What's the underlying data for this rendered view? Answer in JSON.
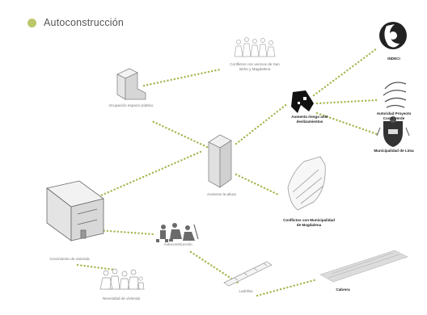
{
  "title": {
    "text": "Autoconstrucción",
    "bullet_color": "#bcc76a"
  },
  "colors": {
    "connector": "#a9b54f",
    "text": "#777777",
    "text_dark": "#222222"
  },
  "nodes": {
    "crecimiento": {
      "label": "Crecimiento de vivienda",
      "icon": "house-3d-icon"
    },
    "necesidad": {
      "label": "Necesidad de vivienda",
      "icon": "family-icon"
    },
    "autoconstruccion": {
      "label": "Autoconstrucción",
      "icon": "workers-icon"
    },
    "aumento": {
      "label": "Aumento la altura",
      "icon": "building-icon"
    },
    "ocupacion": {
      "label": "Ocupación espacio público",
      "icon": "house-step-icon"
    },
    "conflictos_sb": {
      "label": "Conflictos con vecinos de San Isidro y Magdalena",
      "icon": "people-group-icon"
    },
    "riesgo": {
      "label": "Aumenta riesgo ante deslizamientos",
      "icon": "landslide-icon"
    },
    "conflictos_mun": {
      "label": "Conflictos con Municipalidad de Magdalena",
      "icon": "hands-icon"
    },
    "ladrillos": {
      "label": "Ladrillos",
      "icon": "bricks-icon"
    },
    "cabrera": {
      "label": "Cabrera",
      "icon": "wall-icon"
    },
    "indeci": {
      "label": "INDECI",
      "icon": "indeci-logo-icon"
    },
    "autoridad": {
      "label": "Autoridad Proyecto Costa Verde",
      "icon": "costa-verde-logo-icon"
    },
    "municipalidad": {
      "label": "Municipalidad de Lima",
      "icon": "lima-shield-icon"
    }
  }
}
